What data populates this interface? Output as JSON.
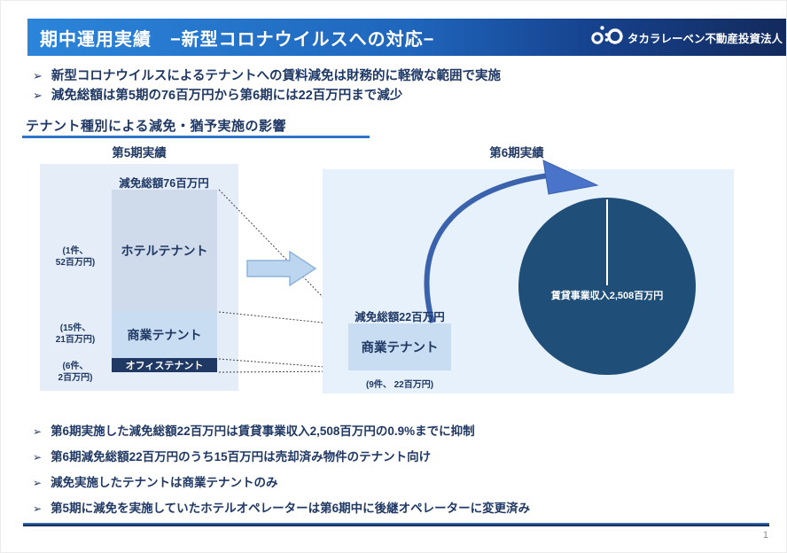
{
  "header": {
    "title": "期中運用実績　−新型コロナウイルスへの対応−",
    "logo_text": "タカラレーベン不動産投資法人",
    "logo_icon": "takara-leben-circles-mark"
  },
  "bullet_marker": "➢",
  "summary_bullets": [
    "新型コロナウイルスによるテナントへの賃料減免は財務的に軽微な範囲で実施",
    "減免総額は第5期の76百万円から第6期には22百万円まで減少"
  ],
  "section_heading": "テナント種別による減免・猶予実施の影響",
  "diagram": {
    "period5": {
      "heading": "第5期実績",
      "total_label": "減免総額76百万円",
      "segments": [
        {
          "label": "ホテルテナント",
          "side_note": "(1件、\n52百万円)"
        },
        {
          "label": "商業テナント",
          "side_note": "(15件、\n21百万円)"
        },
        {
          "label": "オフィステナント",
          "side_note": "(6件、\n2百万円)"
        }
      ]
    },
    "period6": {
      "heading": "第6期実績",
      "total_label": "減免総額22百万円",
      "box_label": "商業テナント",
      "box_note": "(9件、 22百万円)",
      "pie_label": "賃貸事業収入2,508百万円"
    }
  },
  "chart_data": [
    {
      "type": "bar",
      "title": "第5期実績",
      "stacked": true,
      "categories": [
        "第5期"
      ],
      "series": [
        {
          "name": "ホテルテナント",
          "values": [
            52
          ],
          "count": "1件"
        },
        {
          "name": "商業テナント",
          "values": [
            21
          ],
          "count": "15件"
        },
        {
          "name": "オフィステナント",
          "values": [
            2
          ],
          "count": "6件"
        }
      ],
      "total": 76,
      "total_label": "減免総額76百万円",
      "unit": "百万円",
      "note": "オフィステナント segment exaggerated, not to scale"
    },
    {
      "type": "bar",
      "title": "第6期実績",
      "stacked": false,
      "categories": [
        "第6期"
      ],
      "series": [
        {
          "name": "商業テナント",
          "values": [
            22
          ],
          "count": "9件"
        }
      ],
      "total": 22,
      "total_label": "減免総額22百万円",
      "unit": "百万円"
    },
    {
      "type": "pie",
      "title": "第6期実績",
      "labels": [
        "賃貸事業収入"
      ],
      "values": [
        2508
      ],
      "center_label": "賃貸事業収入2,508百万円",
      "unit": "百万円"
    }
  ],
  "notes_bullets": [
    "第6期実施した減免総額22百万円は賃貸事業収入2,508百万円の0.9%までに抑制",
    "第6期減免総額22百万円のうち15百万円は売却済み物件のテナント向け",
    "減免実施したテナントは商業テナントのみ",
    "第5期に減免を実施していたホテルオペレーターは第6期中に後継オペレーターに変更済み"
  ],
  "footer": {
    "page_number": "1"
  },
  "colors": {
    "title_bar_left": "#2b85da",
    "title_bar_right": "#132a5c",
    "text_navy": "#1f3864",
    "accent_blue": "#2e75c8",
    "panel_left_bg": "#e4edf8",
    "panel_right_bg": "#e6f1fc",
    "segment_hotel": "#cfdaeb",
    "segment_commercial": "#c8ddf2",
    "segment_office": "#1f3864",
    "pie_fill": "#1f4e79",
    "block_arrow_fill": "#bcd6f0",
    "curve_arrow": "#3a62ad"
  }
}
